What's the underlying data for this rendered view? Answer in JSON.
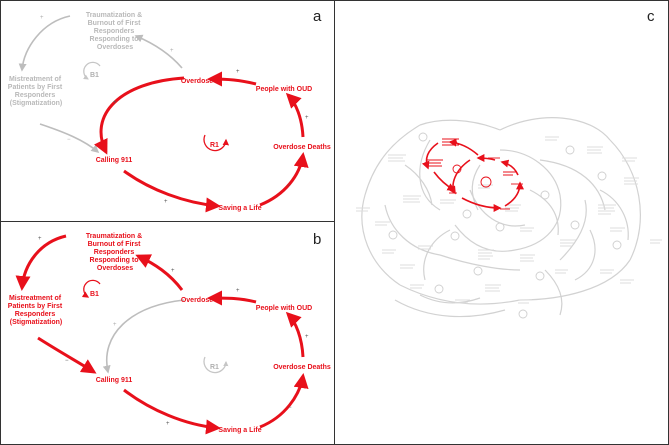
{
  "panels": {
    "a": "a",
    "b": "b",
    "c": "c"
  },
  "nodes": {
    "trauma": [
      "Traumatization &",
      "Burnout of First",
      "Responders",
      "Responding to",
      "Overdoses"
    ],
    "mistreat": [
      "Mistreatment of",
      "Patients by First",
      "Responders",
      "(Stigmatization)"
    ],
    "overdose": "Overdose",
    "people": "People with OUD",
    "calling": "Calling 911",
    "deaths": "Overdose Deaths",
    "saving": "Saving a Life"
  },
  "loops": {
    "balancing": "B1",
    "reinforcing": "R1"
  },
  "polarity": {
    "plus": "+",
    "minus": "−"
  },
  "colors": {
    "highlight": "#e8101b",
    "muted": "#bdbdbd",
    "border": "#333333"
  }
}
